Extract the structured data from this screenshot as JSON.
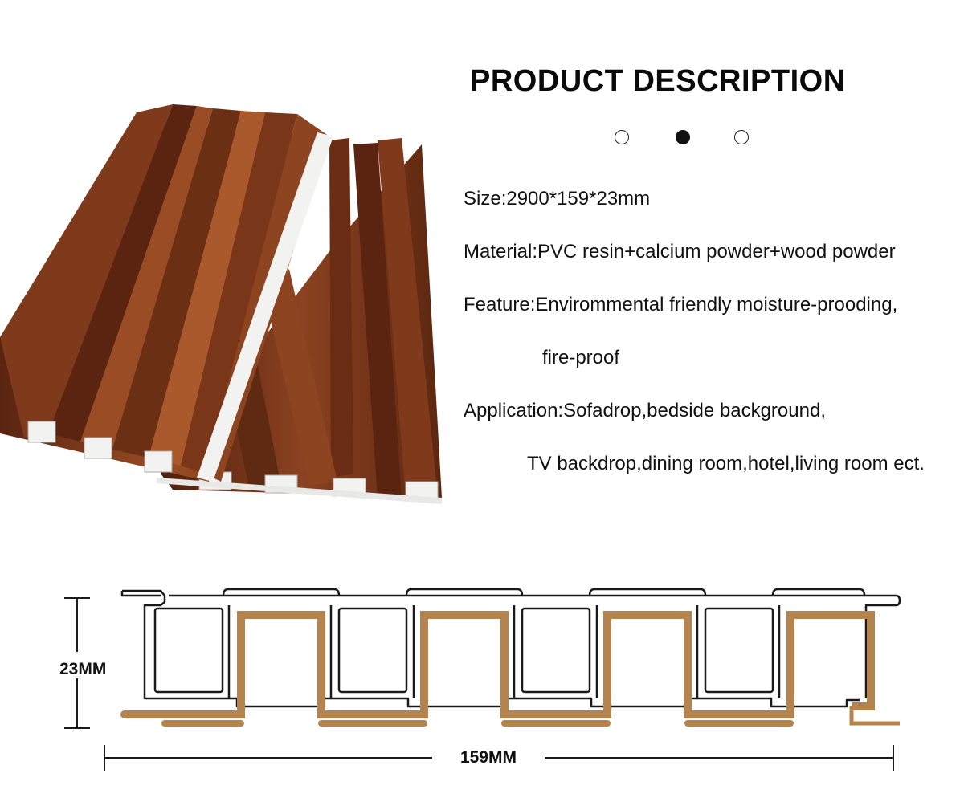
{
  "header": {
    "title": "PRODUCT DESCRIPTION"
  },
  "carousel": {
    "dots": [
      {
        "state": "inactive"
      },
      {
        "state": "active"
      },
      {
        "state": "inactive"
      }
    ]
  },
  "specs": {
    "size": "Size:2900*159*23mm",
    "material": "Material:PVC resin+calcium powder+wood powder",
    "feature_line1": "Feature:Envirommental friendly moisture-prooding,",
    "feature_line2": "fire-proof",
    "application_line1": "Application:Sofadrop,bedside background,",
    "application_line2": "TV backdrop,dining room,hotel,living room ect."
  },
  "diagram": {
    "height_label": "23MM",
    "width_label": "159MM",
    "colors": {
      "profile_outline": "#1a1a1a",
      "wood_layer": "#b5834d"
    }
  },
  "photo": {
    "colors": {
      "wood_dark": "#6b2f14",
      "wood_mid": "#8d4420",
      "wood_light": "#a9592c",
      "pvc_white": "#f2f2f0"
    }
  }
}
